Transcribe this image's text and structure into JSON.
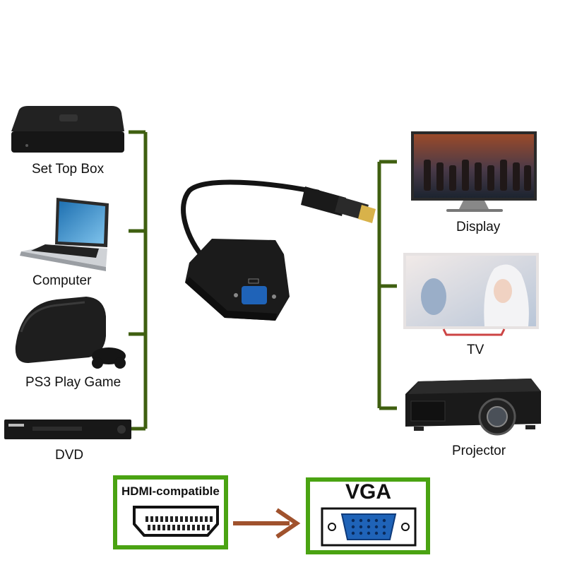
{
  "colors": {
    "bracket": "#3f5f10",
    "box_border": "#4aa312",
    "arrow": "#a0522d",
    "vga_blue": "#1f63b8",
    "device_dark": "#161616"
  },
  "sources": [
    {
      "label": "Set Top Box",
      "icon": "set-top-box-icon"
    },
    {
      "label": "Computer",
      "icon": "laptop-icon"
    },
    {
      "label": "PS3 Play Game",
      "icon": "game-console-icon"
    },
    {
      "label": "DVD",
      "icon": "dvd-player-icon"
    }
  ],
  "outputs": [
    {
      "label": "Display",
      "icon": "monitor-icon"
    },
    {
      "label": "TV",
      "icon": "tv-icon"
    },
    {
      "label": "Projector",
      "icon": "projector-icon"
    }
  ],
  "adapter": {
    "icon": "hdmi-to-vga-adapter-icon"
  },
  "legend": {
    "from_label": "HDMI-compatible",
    "to_label": "VGA",
    "from_icon": "hdmi-port-icon",
    "to_icon": "vga-port-icon",
    "arrow_icon": "arrow-right-icon"
  }
}
